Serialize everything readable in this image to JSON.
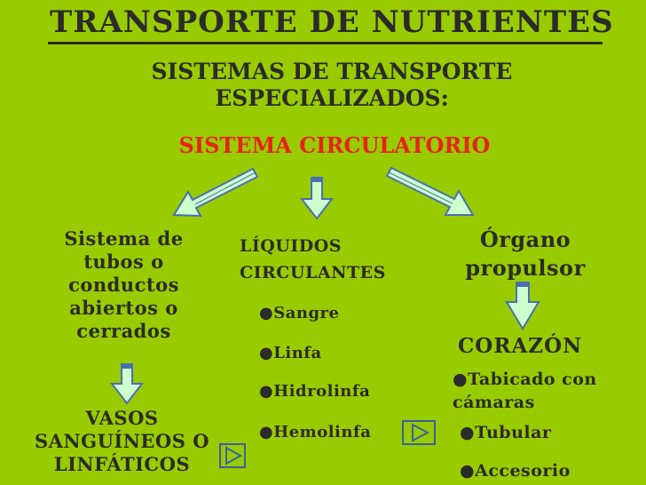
{
  "title": "TRANSPORTE DE NUTRIENTES",
  "subtitle": [
    "SISTEMAS DE TRANSPORTE",
    "ESPECIALIZADOS:"
  ],
  "system": "SISTEMA CIRCULATORIO",
  "left_branch": {
    "label": [
      "Sistema de",
      "tubos o",
      "conductos",
      "abiertos o",
      "cerrados"
    ],
    "result": [
      "VASOS",
      "SANGUÍNEOS O",
      "LINFÁTICOS"
    ]
  },
  "middle_branch": {
    "label": [
      "LÍQUIDOS",
      "CIRCULANTES"
    ],
    "fluids": [
      "●Sangre",
      "●Linfa",
      "●Hidrolinfa",
      "●Hemolinfa"
    ]
  },
  "right_branch": {
    "label": [
      "Órgano",
      "propulsor"
    ],
    "result": "CORAZÓN",
    "features": [
      "●Tabicado con cámaras",
      "●Tubular",
      "●Accesorio"
    ]
  },
  "colors": {
    "background": "#99cc00",
    "text": "#2b2b2b",
    "accent": "#e8231b",
    "arrow_fill": "#ccffcc",
    "arrow_stroke": "#4a6fb0",
    "button_fill": "#99cc00",
    "button_stroke": "#3d5fa0"
  },
  "icons": [
    "arrow-down-icon",
    "arrow-down-left-icon",
    "arrow-down-right-icon",
    "play-icon"
  ]
}
